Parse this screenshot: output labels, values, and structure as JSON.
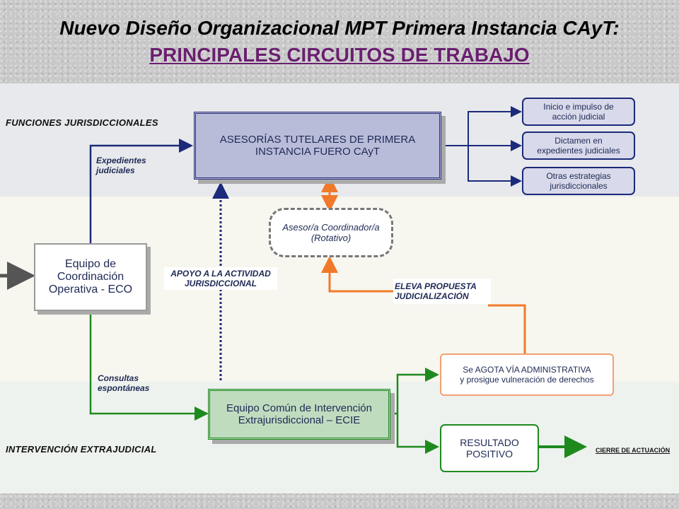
{
  "title": "Nuevo Diseño Organizacional MPT Primera Instancia CAyT:",
  "subtitle": "PRINCIPALES  CIRCUITOS DE TRABAJO",
  "sections": {
    "jurisdiccionales": "FUNCIONES JURISDICCIONALES",
    "extrajudicial": "INTERVENCIÓN EXTRAJUDICIAL"
  },
  "nodes": {
    "eco": "Equipo de\nCoordinación\nOperativa - ECO",
    "asesorias": "ASESORÍAS TUTELARES DE PRIMERA\nINSTANCIA FUERO CAyT",
    "inicio": "Inicio e impulso de\nacción judicial",
    "dictamen": "Dictamen en\nexpedientes judiciales",
    "otras": "Otras estrategias\njurisdiccionales",
    "asesor": "Asesor/a Coordinador/a\n(Rotativo)",
    "ecie": "Equipo Común de Intervención\nExtrajurisdiccional – ECIE",
    "agota": "Se AGOTA VÍA ADMINISTRATIVA\ny prosigue vulneración de derechos",
    "resultado": "RESULTADO\nPOSITIVO"
  },
  "edge_labels": {
    "expedientes": "Expedientes\njudiciales",
    "apoyo": "APOYO A LA ACTIVIDAD\nJURISDICCIONAL",
    "eleva": "ELEVA PROPUESTA\nJUDICIALIZACIÓN",
    "consultas": "Consultas\nespontáneas",
    "cierre": "CIERRE DE ACTUACIÓN"
  },
  "colors": {
    "title_accent": "#6a1f6f",
    "navy": "#1b2a7a",
    "green": "#1e8a1e",
    "orange": "#f07a2a",
    "gray": "#777777"
  }
}
